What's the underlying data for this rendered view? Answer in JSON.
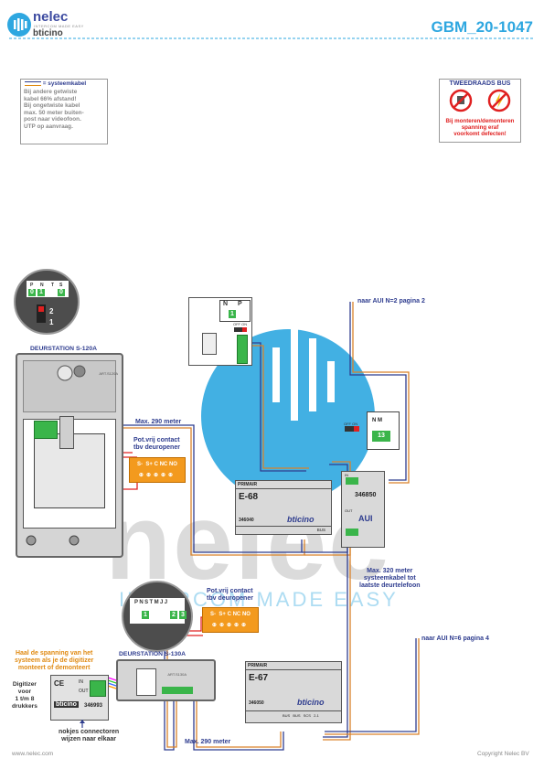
{
  "header": {
    "logo_name": "nelec",
    "logo_sub": "INTERCOM MADE EASY",
    "logo_brand": "bticino",
    "doc_code": "GBM_20-1047"
  },
  "note_left": {
    "title": "= systeemkabel",
    "lines": [
      "Bij andere getwiste",
      "kabel 66% afstand!",
      "Bij ongetwiste kabel",
      "max. 50 meter buiten-",
      "post naar videofoon.",
      "UTP op aanvraag."
    ]
  },
  "note_right": {
    "title": "TWEEDRAADS BUS",
    "lines": [
      "Bij monteren/demonteren",
      "spanning eraf",
      "voorkomt defecten!"
    ]
  },
  "top_terminal": {
    "labels": [
      "P",
      "N",
      "T",
      "S"
    ],
    "values": [
      "0",
      "1",
      "",
      "0"
    ],
    "switch_numbers": [
      "2",
      "1"
    ]
  },
  "door_station_1": {
    "label": "DEURSTATION S-120A",
    "art": "ART.S120A"
  },
  "door_station_2": {
    "label": "DEURSTATION S-130A",
    "art": "ART.S130A",
    "terminal_labels": [
      "P",
      "N",
      "S",
      "T",
      "M",
      "J",
      "J"
    ],
    "terminal_values": [
      "1",
      "2",
      "3"
    ]
  },
  "relay_1": {
    "title_1": "Pot.vrij contact",
    "title_2": "tbv deuropener",
    "terminals": [
      "S-",
      "S+",
      "C",
      "NC",
      "NO"
    ]
  },
  "relay_2": {
    "title_1": "Pot.vrij contact",
    "title_2": "tbv deuropener",
    "terminals": [
      "S-",
      "S+",
      "C",
      "NC",
      "NO"
    ]
  },
  "top_panel": {
    "labels": [
      "N",
      "P"
    ],
    "value": "1",
    "off_on": "OFF ON"
  },
  "psu_1": {
    "header": "PRIMAIR",
    "name": "E-68",
    "code": "346040",
    "brand": "bticino",
    "bus": "BUS"
  },
  "psu_2": {
    "header": "PRIMAIR",
    "name": "E-67",
    "code": "346050",
    "brand": "bticino",
    "terminals": [
      "BUS",
      "BUS",
      "SCS",
      "2-1"
    ]
  },
  "aui": {
    "code": "346850",
    "label": "AUI",
    "in": "IN",
    "out": "OUT",
    "off_on": "OFF ON",
    "n_m": "N M",
    "value": "13"
  },
  "digitizer": {
    "code": "346993",
    "brand": "bticino",
    "in": "IN",
    "out": "OUT",
    "caption": [
      "Digitizer",
      "voor",
      "1 t/m 8",
      "drukkers"
    ]
  },
  "annotations": {
    "max290_top": "Max. 290 meter",
    "max290_bottom": "Max. 290 meter",
    "max320": [
      "Max. 320 meter",
      "systeemkabel tot",
      "laatste deurtelefoon"
    ],
    "aui_n2": "naar AUI N=2  pagina 2",
    "aui_n6": "naar AUI N=6  pagina 4",
    "warning_orange": [
      "Haal de spanning van het",
      "systeem als je de digitizer",
      "monteert of demonteert"
    ],
    "nokjes": [
      "nokjes connectoren",
      "wijzen naar elkaar"
    ]
  },
  "watermark": {
    "word": "nelec",
    "tagline": "INTERCOM MADE EASY"
  },
  "footer": {
    "url": "www.nelec.com",
    "copyright": "Copyright Nelec BV"
  },
  "colors": {
    "accent_blue": "#2ea7e0",
    "navy": "#2f3d8f",
    "terminal_green": "#3ab54a",
    "relay_orange": "#f39a1e",
    "wire_red": "#e02020",
    "wire_orange": "#d9822b"
  }
}
